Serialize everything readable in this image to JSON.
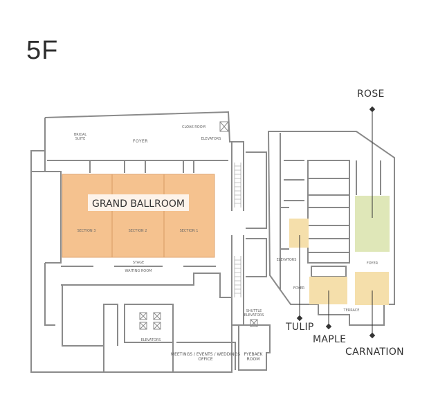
{
  "floor": "5F",
  "colors": {
    "wall": "#8a8a8a",
    "ballroom": "#f5c28f",
    "tulip": "#f5dfab",
    "maple": "#f5dfab",
    "carnation": "#f5dfab",
    "rose": "#dfe7b8",
    "ballroom_label_bg": "#fdf3ea"
  },
  "rooms": {
    "grand_ballroom": "GRAND BALLROOM",
    "section_1": "SECTION 1",
    "section_2": "SECTION 2",
    "section_3": "SECTION 3",
    "rose": "ROSE",
    "tulip": "TULIP",
    "maple": "MAPLE",
    "carnation": "CARNATION",
    "meetings_office": "MEETINGS / EVENTS / WEDDINGS",
    "meetings_office_2": "OFFICE",
    "pyebaek_room": "PYEBAEK",
    "pyebaek_room_2": "ROOM",
    "bridal_suite": "BRIDAL",
    "bridal_suite_2": "SUITE"
  },
  "labels": {
    "foyer_main": "FOYER",
    "foyer_right": "FOYER",
    "foyer_right_lower": "FOYER",
    "terrace": "TERRACE",
    "elevators_top": "ELEVATORS",
    "elevators_center": "ELEVATORS",
    "elevators_right": "ELEVATORS",
    "shuttle_elevators": "SHUTTLE",
    "shuttle_elevators_2": "ELEVATORS",
    "small_top": "CLOAK ROOM",
    "small_bottom": "STAGE",
    "small_bottom_2": "WAITING ROOM"
  }
}
